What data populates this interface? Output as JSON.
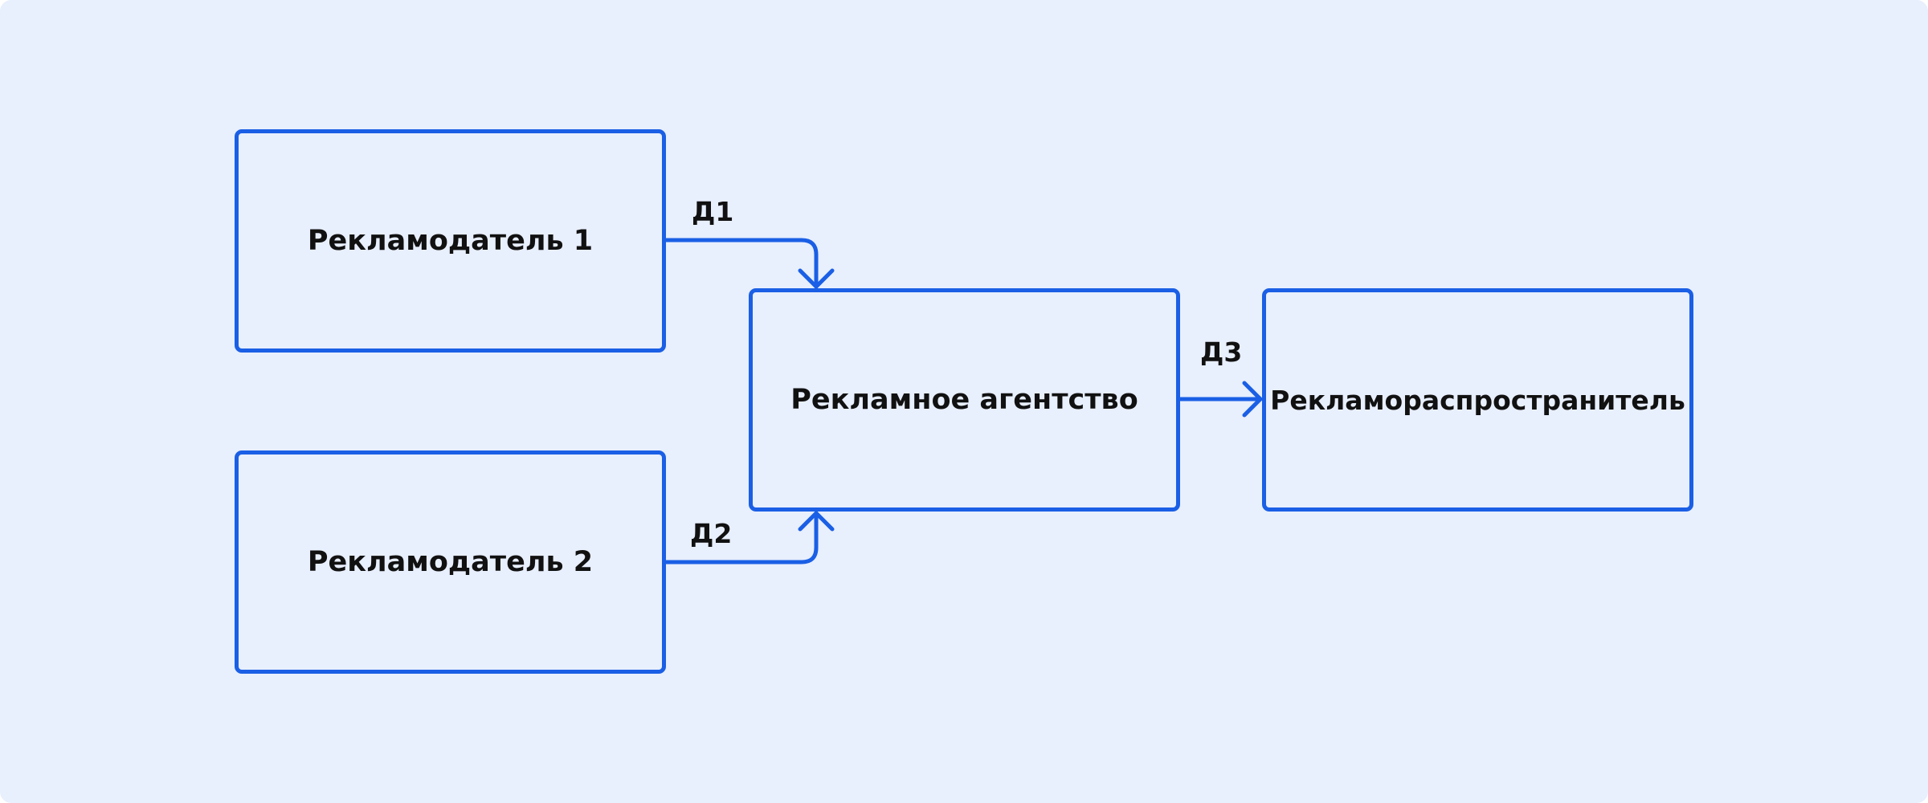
{
  "nodes": {
    "advertiser_1": "Рекламодатель 1",
    "advertiser_2": "Рекламодатель 2",
    "agency": "Рекламное агентство",
    "distributor": "Рекламораспространитель"
  },
  "edges": {
    "d1": "Д1",
    "d2": "Д2",
    "d3": "Д3"
  },
  "colors": {
    "background": "#e8effd",
    "accent": "#1a5fe5",
    "text": "#111111"
  }
}
